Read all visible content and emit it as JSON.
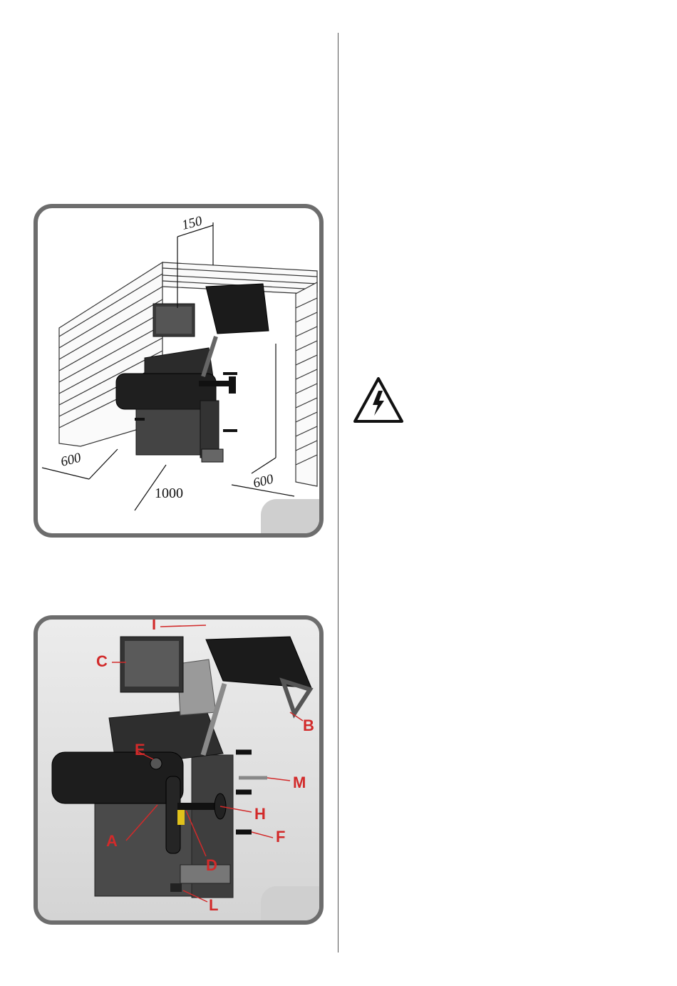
{
  "figure1": {
    "dimensions": {
      "top_clearance": "150",
      "left_clearance": "600",
      "right_clearance": "600",
      "front_clearance": "1000"
    }
  },
  "figure2": {
    "labels": [
      "I",
      "C",
      "B",
      "E",
      "M",
      "H",
      "A",
      "D",
      "F",
      "L"
    ]
  },
  "icons": {
    "warning": "electrical-hazard-warning-icon"
  }
}
